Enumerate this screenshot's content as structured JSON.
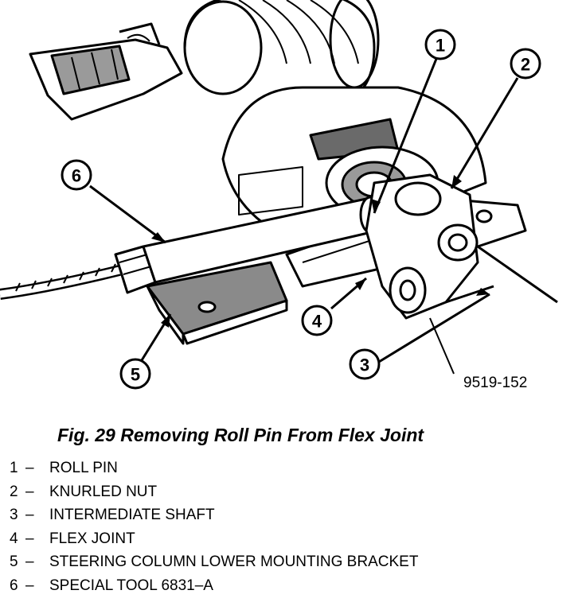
{
  "figure": {
    "caption": "Fig. 29 Removing Roll Pin From Flex Joint",
    "reference_code": "9519-152",
    "separator": "–",
    "callouts": [
      "1",
      "2",
      "3",
      "4",
      "5",
      "6"
    ],
    "legend": [
      {
        "num": "1",
        "label": "ROLL PIN"
      },
      {
        "num": "2",
        "label": "KNURLED NUT"
      },
      {
        "num": "3",
        "label": "INTERMEDIATE SHAFT"
      },
      {
        "num": "4",
        "label": "FLEX JOINT"
      },
      {
        "num": "5",
        "label": "STEERING COLUMN LOWER MOUNTING BRACKET"
      },
      {
        "num": "6",
        "label": "SPECIAL TOOL 6831–A"
      }
    ]
  }
}
